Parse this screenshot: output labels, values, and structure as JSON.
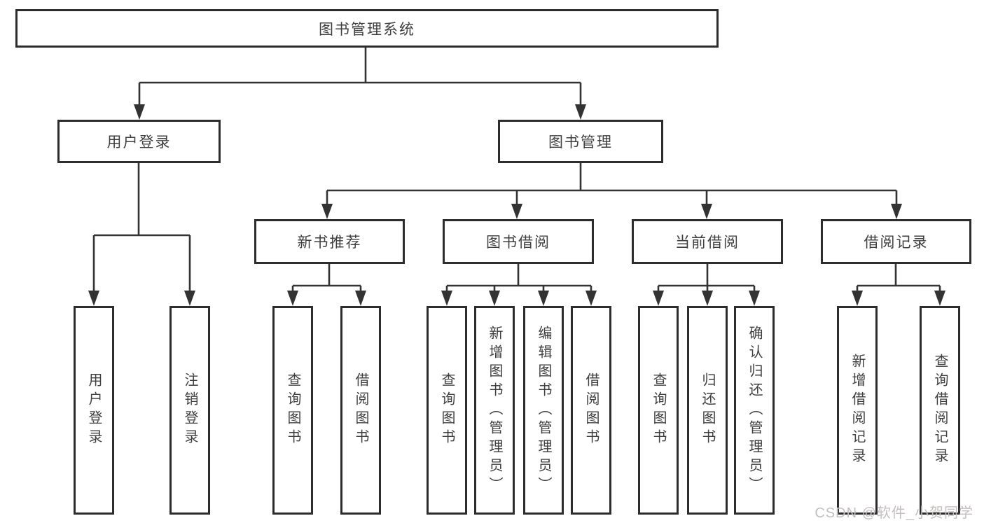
{
  "title": {
    "label": "图书管理系统"
  },
  "level2": {
    "user_login": {
      "label": "用户登录"
    },
    "book_mgmt": {
      "label": "图书管理"
    }
  },
  "level3": {
    "new_books": {
      "label": "新书推荐"
    },
    "book_borrow": {
      "label": "图书借阅"
    },
    "current_borrow": {
      "label": "当前借阅"
    },
    "borrow_records": {
      "label": "借阅记录"
    }
  },
  "leaves": {
    "user_login": {
      "label": "用户登录"
    },
    "logout": {
      "label": "注销登录"
    },
    "nb_query_books": {
      "label": "查询图书"
    },
    "nb_borrow_books": {
      "label": "借阅图书"
    },
    "bb_query_books": {
      "label": "查询图书"
    },
    "bb_add_books": {
      "label": "新增图书（管理员）"
    },
    "bb_edit_books": {
      "label": "编辑图书（管理员）"
    },
    "bb_borrow_books": {
      "label": "借阅图书"
    },
    "cb_query_books": {
      "label": "查询图书"
    },
    "cb_return_books": {
      "label": "归还图书"
    },
    "cb_confirm_return": {
      "label": "确认归还（管理员）"
    },
    "br_add_record": {
      "label": "新增借阅记录"
    },
    "br_query_record": {
      "label": "查询借阅记录"
    }
  },
  "watermark": {
    "text": "CSDN @软件_小贺同学"
  },
  "colors": {
    "line": "#333333",
    "border": "#2d2d2d",
    "text": "#3f3f3f",
    "watermark": "#c4bfbf",
    "background": "#ffffff"
  }
}
